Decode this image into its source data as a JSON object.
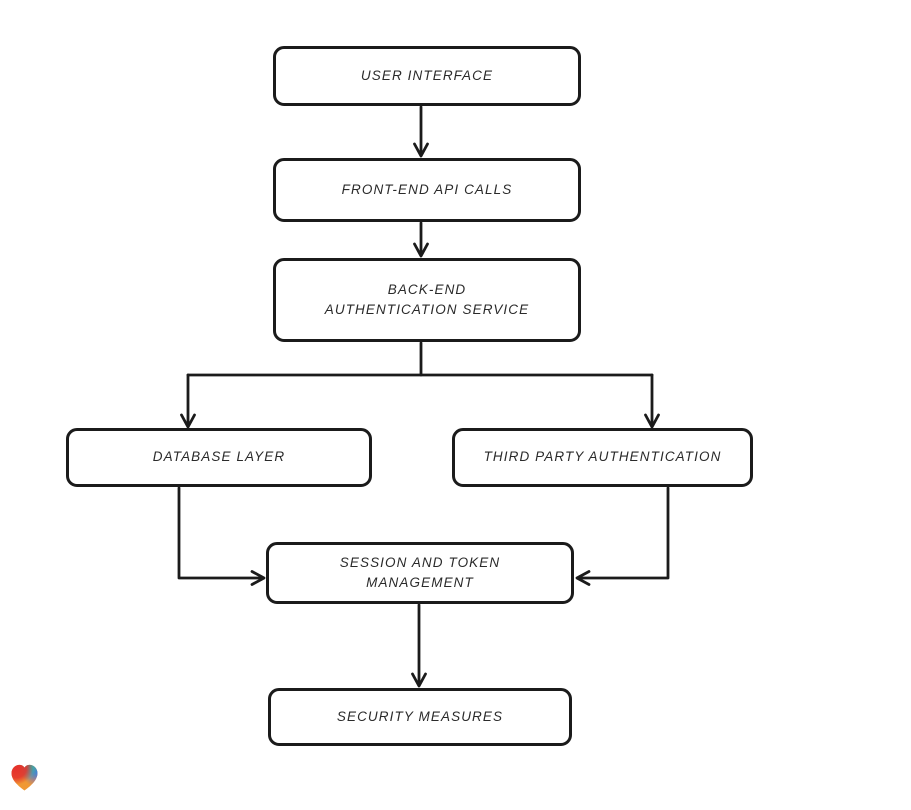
{
  "page": {
    "background_color": "#ffffff"
  },
  "diagram": {
    "type": "flowchart",
    "direction": "top-down",
    "style": "hand-drawn",
    "stroke_color": "#1b1b1b",
    "node_fill_color": "#ffffff",
    "text_color": "#2a2a2a",
    "nodes": [
      {
        "id": "user_interface",
        "label": "USER INTERFACE"
      },
      {
        "id": "front_end_api_calls",
        "label": "FRONT-END API CALLS"
      },
      {
        "id": "back_end_authentication_service",
        "label": "BACK-END AUTHENTICATION SERVICE"
      },
      {
        "id": "database_layer",
        "label": "DATABASE LAYER"
      },
      {
        "id": "third_party_authentication",
        "label": "THIRD PARTY AUTHENTICATION"
      },
      {
        "id": "session_and_token_management",
        "label": "SESSION AND TOKEN MANAGEMENT"
      },
      {
        "id": "security_measures",
        "label": "SECURITY MEASURES"
      }
    ],
    "edges": [
      {
        "from": "user_interface",
        "to": "front_end_api_calls"
      },
      {
        "from": "front_end_api_calls",
        "to": "back_end_authentication_service"
      },
      {
        "from": "back_end_authentication_service",
        "to": "database_layer"
      },
      {
        "from": "back_end_authentication_service",
        "to": "third_party_authentication"
      },
      {
        "from": "database_layer",
        "to": "session_and_token_management"
      },
      {
        "from": "third_party_authentication",
        "to": "session_and_token_management"
      },
      {
        "from": "session_and_token_management",
        "to": "security_measures"
      }
    ]
  },
  "watermark": {
    "icon": "heart-icon",
    "brand_colors": [
      "#e5302c",
      "#27b3ab",
      "#4d66f0",
      "#f09834"
    ]
  }
}
